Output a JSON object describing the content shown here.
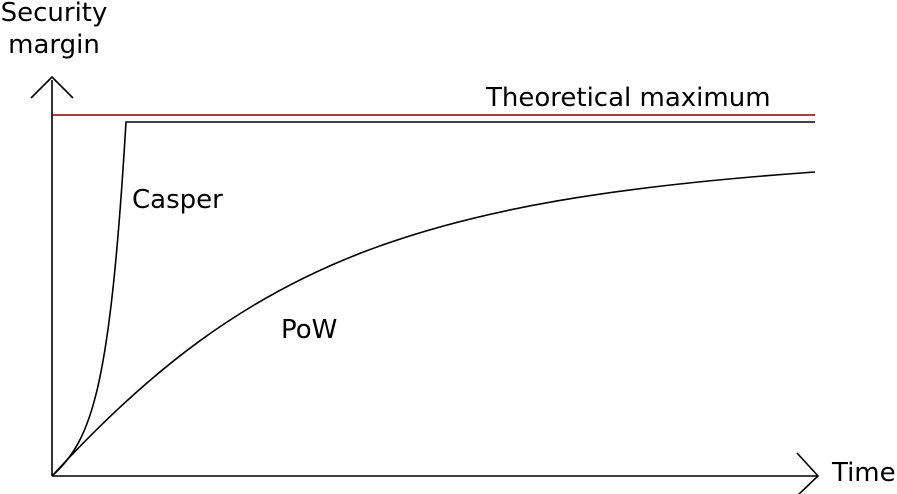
{
  "labels": {
    "y_axis_line1": "Security",
    "y_axis_line2": "margin",
    "x_axis": "Time",
    "theoretical_max": "Theoretical maximum",
    "casper": "Casper",
    "pow": "PoW"
  },
  "colors": {
    "axis": "#000000",
    "theoretical_max_line": "#8b0000",
    "casper_curve": "#000000",
    "pow_curve": "#000000"
  }
}
